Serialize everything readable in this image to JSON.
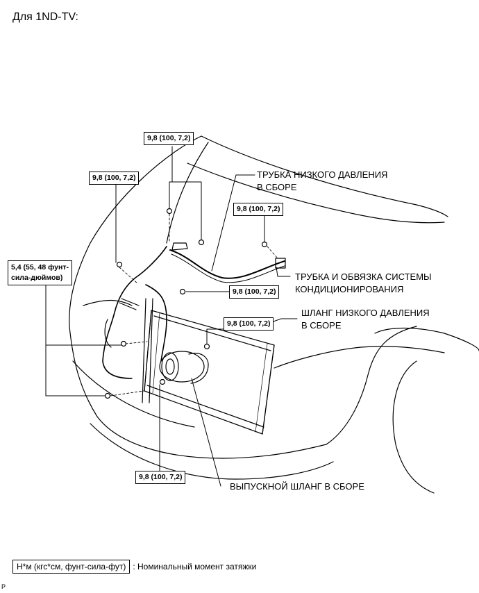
{
  "title": "Для 1ND-TV:",
  "labels": {
    "low_pressure_tube_1": "ТРУБКА НИЗКОГО ДАВЛЕНИЯ",
    "low_pressure_tube_2": "В СБОРЕ",
    "ac_tube_1": "ТРУБКА И ОБВЯЗКА СИСТЕМЫ",
    "ac_tube_2": "КОНДИЦИОНИРОВАНИЯ",
    "low_pressure_hose_1": "ШЛАНГ НИЗКОГО ДАВЛЕНИЯ",
    "low_pressure_hose_2": "В СБОРЕ",
    "discharge_hose": "ВЫПУСКНОЙ ШЛАНГ В СБОРЕ"
  },
  "torques": {
    "t_top": "9,8 (100, 7,2)",
    "t_left": "9,8 (100, 7,2)",
    "t_right": "9,8 (100, 7,2)",
    "t_mid": "9,8 (100, 7,2)",
    "t_center": "9,8 (100, 7,2)",
    "t_bottom": "9,8 (100, 7,2)",
    "t_special_1": "5,4 (55, 48 фунт-",
    "t_special_2": "сила-дюймов)"
  },
  "legend": {
    "unit": "Н*м (кгс*см, фунт-сила-фут)",
    "text": ": Номинальный момент затяжки"
  },
  "corner_mark": "P"
}
